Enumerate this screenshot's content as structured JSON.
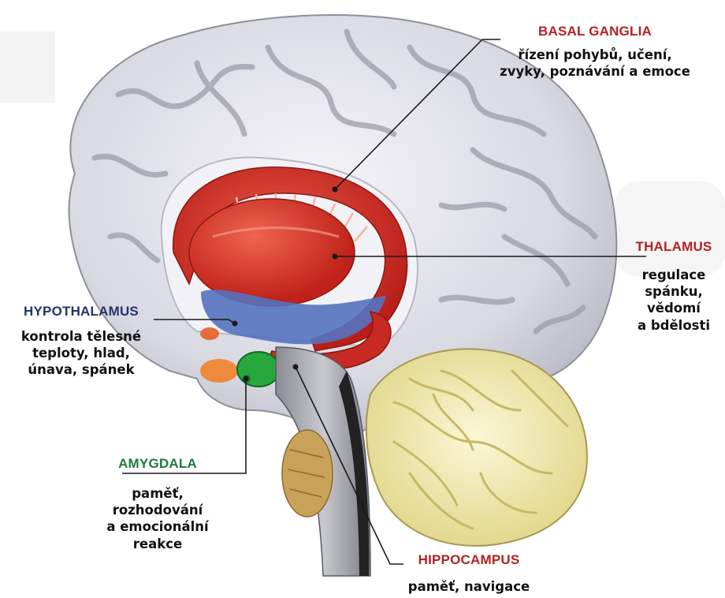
{
  "labels": {
    "basal_ganglia": {
      "title": "BASAL GANGLIA",
      "lines": [
        "řízení pohybů, učení,",
        "zvyky, poznávání a emoce"
      ]
    },
    "thalamus": {
      "title": "THALAMUS",
      "lines": [
        "regulace",
        "spánku,",
        "vědomí",
        "a bdělosti"
      ]
    },
    "hypothalamus": {
      "title": "HYPOTHALAMUS",
      "lines": [
        "kontrola tělesné",
        "teploty, hlad,",
        "únava, spánek"
      ]
    },
    "amygdala": {
      "title": "AMYGDALA",
      "lines": [
        "paměť,",
        "rozhodování",
        "a emocionální",
        "reakce"
      ]
    },
    "hippocampus": {
      "title": "HIPPOCAMPUS",
      "lines": [
        "paměť, navigace"
      ]
    }
  },
  "colors": {
    "basal_ganglia": "#d8322a",
    "thalamus": "#cf2c24",
    "hypothalamus": "#4e6bb5",
    "amygdala": "#27a83d",
    "hippocampus": "#c72a22",
    "cortex": "#dcdce6",
    "cerebellum": "#f3ecb6"
  }
}
